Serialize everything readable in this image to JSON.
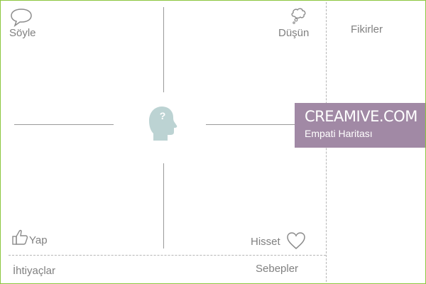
{
  "map": {
    "say_label": "Söyle",
    "think_label": "Düşün",
    "do_label": "Yap",
    "feel_label": "Hisset",
    "ideas_label": "Fikirler",
    "needs_label": "İhtiyaçlar",
    "reasons_label": "Sebepler",
    "center_mark": "?"
  },
  "banner": {
    "brand": "CREAMIVE.COM",
    "subtitle": "Empati Haritası"
  },
  "colors": {
    "frame_border": "#8cc63f",
    "banner_bg": "#a189a5",
    "head_fill": "#bcd3d3",
    "label_text": "#808080"
  },
  "icons": {
    "say": "speech-bubble-icon",
    "think": "thought-bubble-icon",
    "do": "thumbs-up-icon",
    "feel": "heart-icon",
    "center": "head-question-icon"
  }
}
